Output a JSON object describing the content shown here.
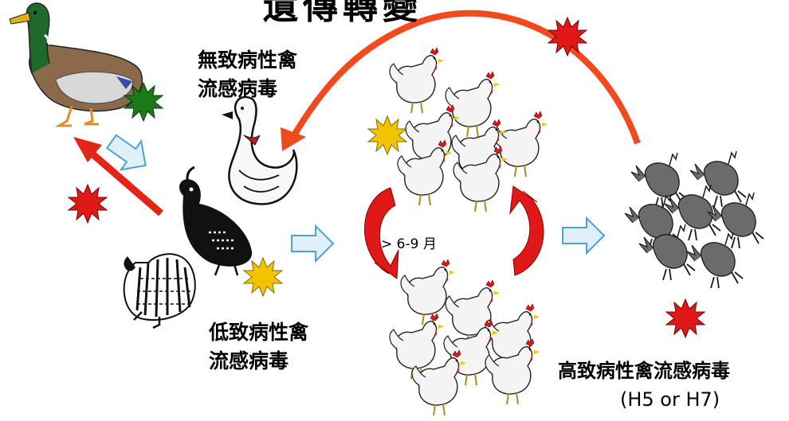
{
  "diagram": {
    "title": "遺傳轉變",
    "lpai_top": {
      "line1": "無致病性禽",
      "line2": "流感病毒"
    },
    "lpai_bottom": {
      "line1": "低致病性禽",
      "line2": "流感病毒"
    },
    "hpai": {
      "line1": "高致病性禽流感病毒",
      "line2": "(H5 or H7)"
    },
    "period": "> 6-9 月"
  },
  "colors": {
    "virus_red": "#e01818",
    "virus_green": "#1a7a1a",
    "virus_yellow": "#f2c400",
    "arrow_red": "#e52418",
    "arrow_orange": "#f04a1e",
    "block_arrow_fill": "#dff0fb",
    "block_arrow_stroke": "#4aa3d8",
    "chicken_white": "#f4f4f4",
    "chicken_dead": "#6b6b6b"
  },
  "icons": [
    "duck-icon",
    "goose-icon",
    "quail-icon",
    "turkey-icon",
    "chicken-flock-icon",
    "dead-chicken-flock-icon",
    "virus-icon"
  ]
}
